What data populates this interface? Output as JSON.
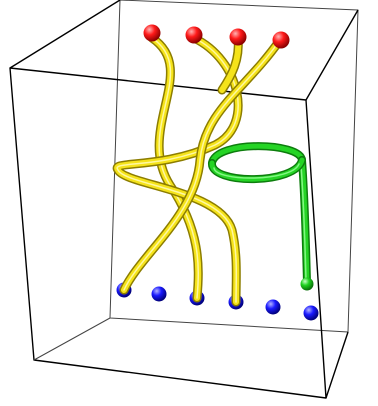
{
  "colors": {
    "background": "#ffffff",
    "frame": "#000000",
    "tube_yellow": "#f5e31a",
    "tube_green": "#1fd11f",
    "bead_top": "#ff1a1a",
    "bead_bottom": "#1a1aff"
  },
  "items": {
    "top_beads": 4,
    "bottom_beads": 6,
    "yellow_strands": 3,
    "green_strands": 1
  }
}
